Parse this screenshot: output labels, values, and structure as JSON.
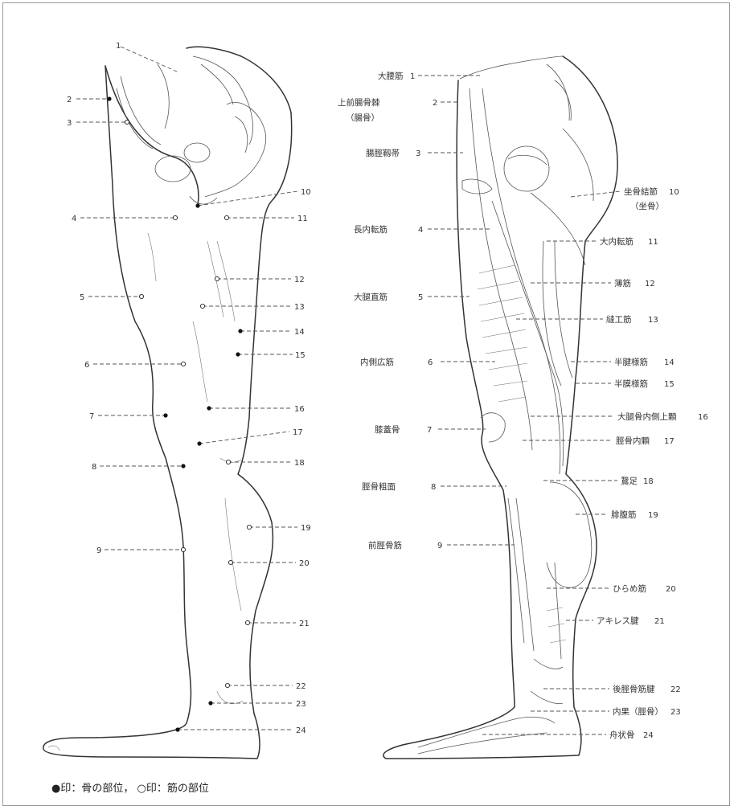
{
  "left_figure": {
    "labels": [
      "1",
      "2",
      "3",
      "4",
      "5",
      "6",
      "7",
      "8",
      "9",
      "10",
      "11",
      "12",
      "13",
      "14",
      "15",
      "16",
      "17",
      "18",
      "19",
      "20",
      "21",
      "22",
      "23",
      "24"
    ]
  },
  "right_figure": {
    "labels": [
      {
        "text": "大腰筋",
        "num": "1"
      },
      {
        "text": "上前腸骨棘",
        "num": "2",
        "sub": "（腸骨）"
      },
      {
        "text": "腸脛靱帯",
        "num": "3"
      },
      {
        "text": "長内転筋",
        "num": "4"
      },
      {
        "text": "大腿直筋",
        "num": "5"
      },
      {
        "text": "内側広筋",
        "num": "6"
      },
      {
        "text": "膝蓋骨",
        "num": "7"
      },
      {
        "text": "脛骨粗面",
        "num": "8"
      },
      {
        "text": "前脛骨筋",
        "num": "9"
      },
      {
        "text": "坐骨結節",
        "num": "10",
        "sub": "（坐骨）"
      },
      {
        "text": "大内転筋",
        "num": "11"
      },
      {
        "text": "薄筋",
        "num": "12"
      },
      {
        "text": "縫工筋",
        "num": "13"
      },
      {
        "text": "半腱様筋",
        "num": "14"
      },
      {
        "text": "半膜様筋",
        "num": "15"
      },
      {
        "text": "大腿骨内側上顆",
        "num": "16"
      },
      {
        "text": "脛骨内顆",
        "num": "17"
      },
      {
        "text": "鵞足",
        "num": "18"
      },
      {
        "text": "腓腹筋",
        "num": "19"
      },
      {
        "text": "ひらめ筋",
        "num": "20"
      },
      {
        "text": "アキレス腱",
        "num": "21"
      },
      {
        "text": "後脛骨筋腱",
        "num": "22"
      },
      {
        "text": "内果（脛骨）",
        "num": "23"
      },
      {
        "text": "舟状骨",
        "num": "24"
      }
    ]
  },
  "legend": {
    "filled_text": "●印：骨の部位，",
    "open_text": "○印：筋の部位"
  }
}
